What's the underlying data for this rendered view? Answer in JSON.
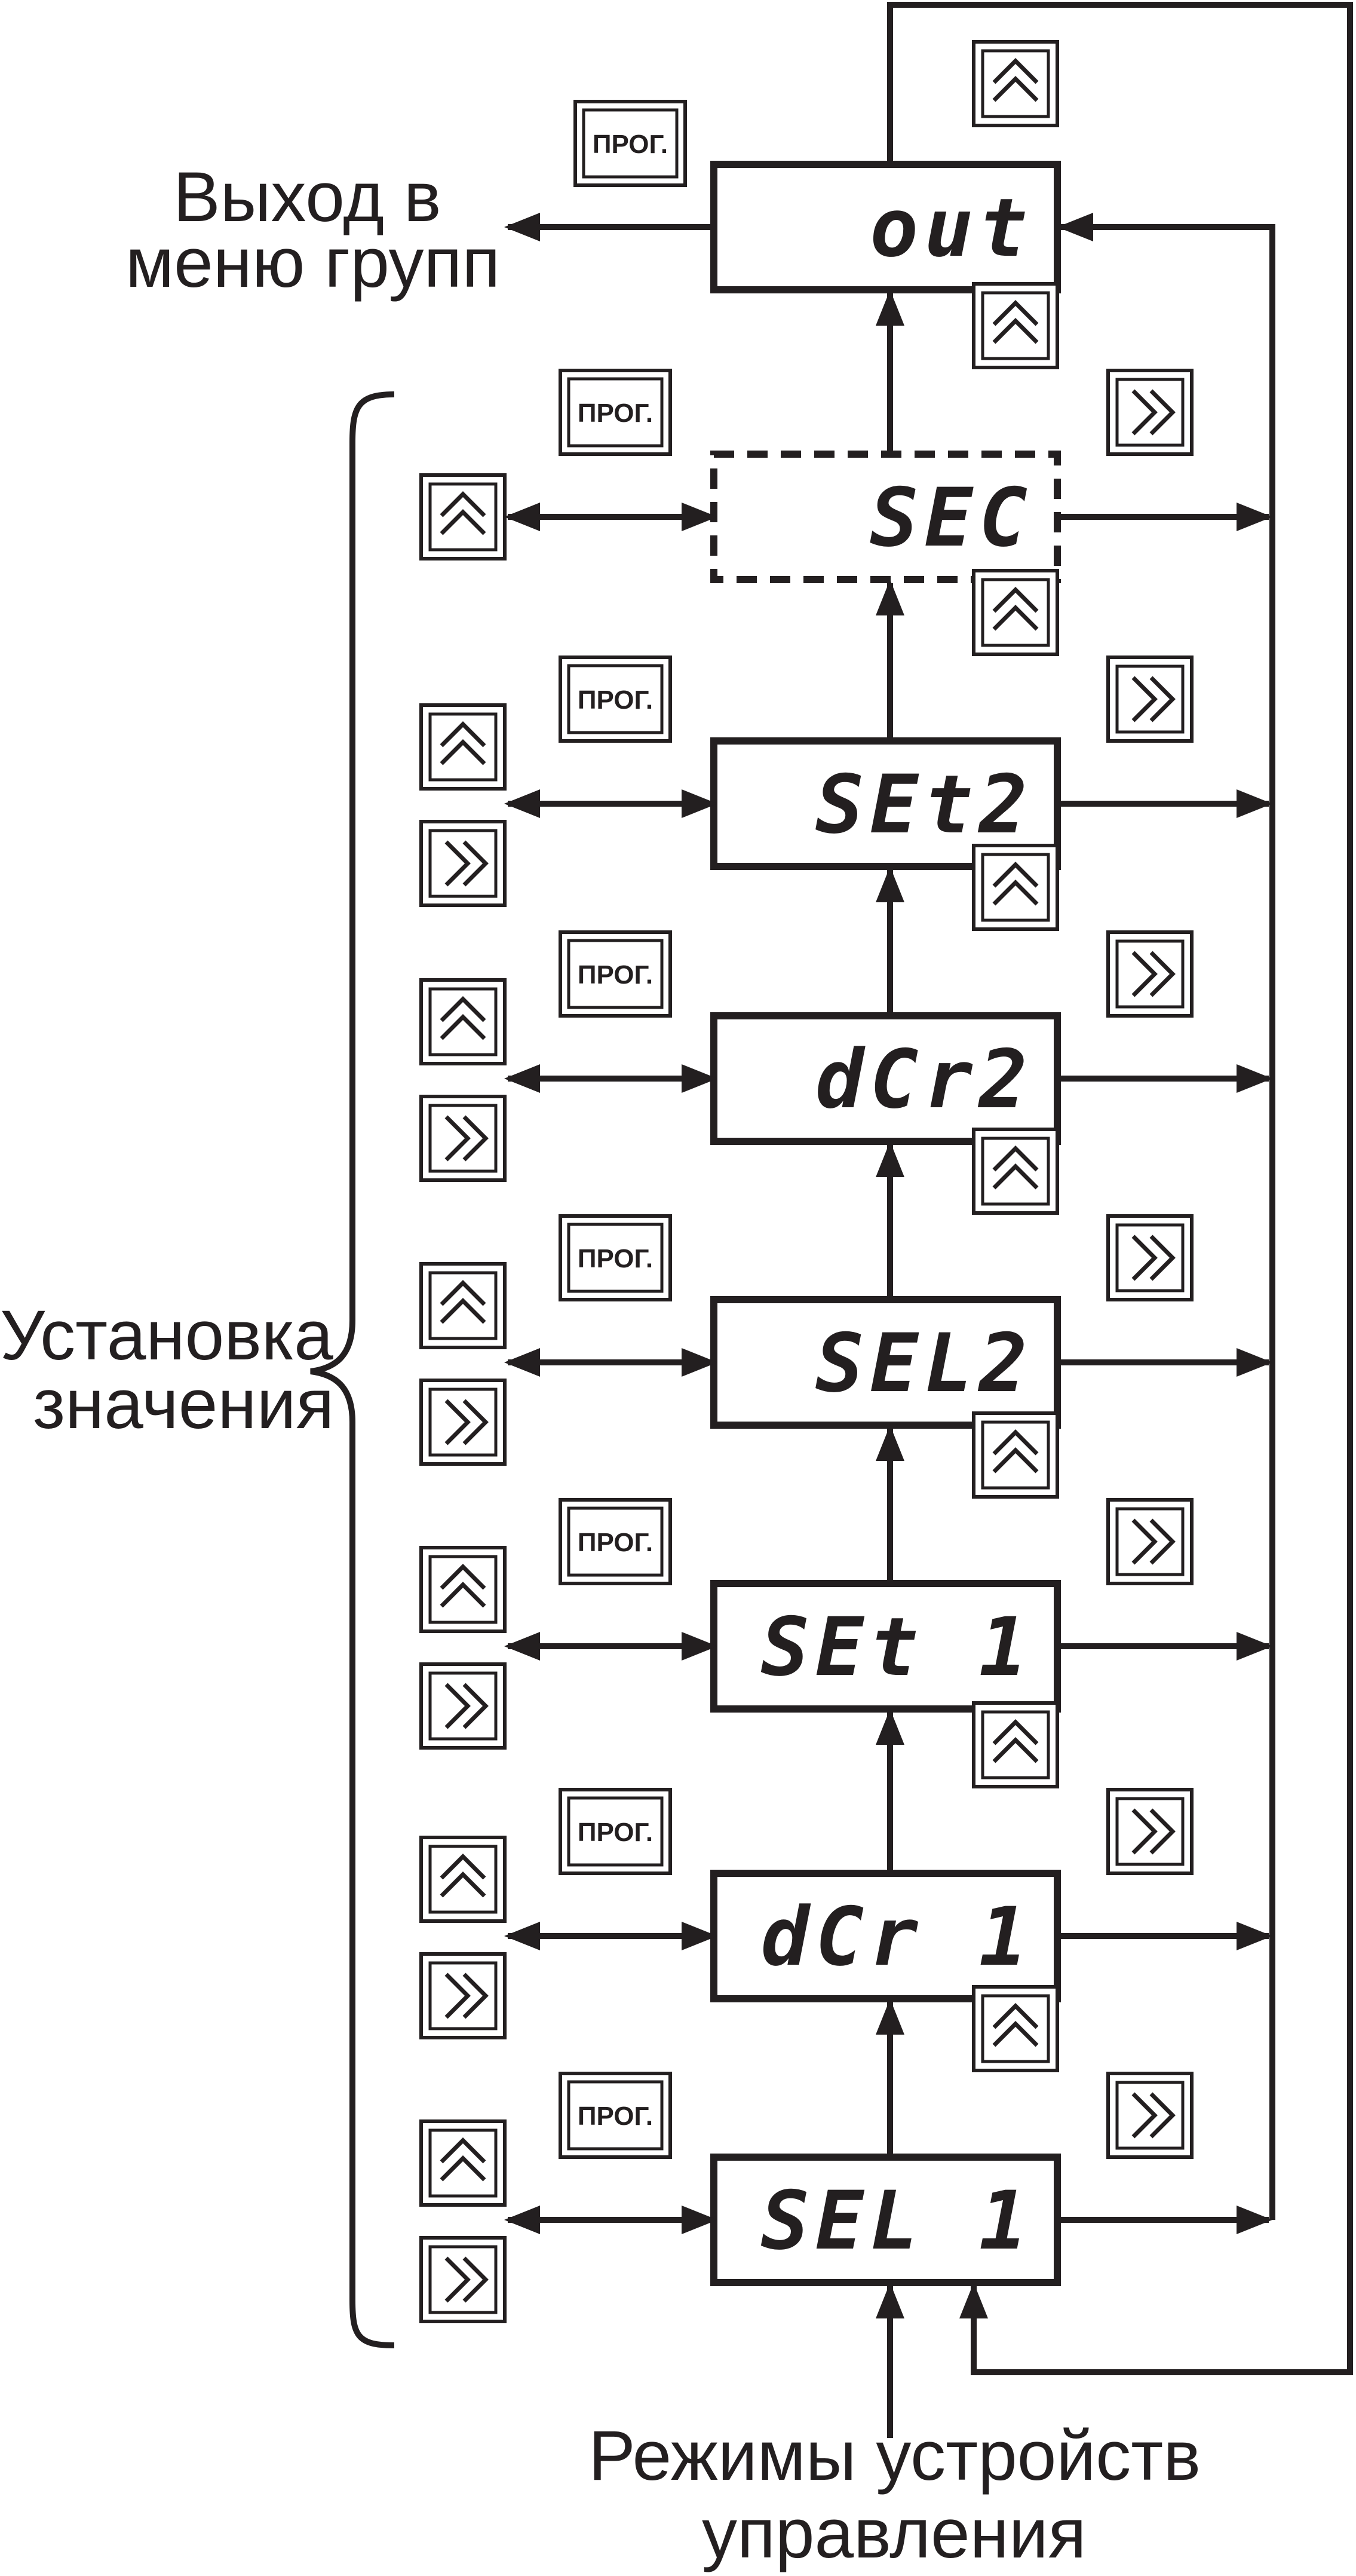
{
  "exit_label": [
    "Выход в",
    "меню групп"
  ],
  "range_label": [
    "Установка",
    "значения"
  ],
  "entry_label": [
    "Режимы устройств",
    "управления"
  ],
  "prog_button_label": "ПРОГ.",
  "icons": {
    "up": "double-chevron-up-icon",
    "right": "double-chevron-right-icon"
  },
  "parameters": [
    {
      "code": "out",
      "style": "solid"
    },
    {
      "code": "SEC",
      "style": "dashed"
    },
    {
      "code": "SEt2",
      "style": "solid"
    },
    {
      "code": "dCr2",
      "style": "solid"
    },
    {
      "code": "SEL2",
      "style": "solid"
    },
    {
      "code": "SEt 1",
      "style": "solid"
    },
    {
      "code": "dCr 1",
      "style": "solid"
    },
    {
      "code": "SEL 1",
      "style": "solid"
    }
  ],
  "colors": {
    "ink": "#231f20",
    "background": "#ffffff"
  }
}
